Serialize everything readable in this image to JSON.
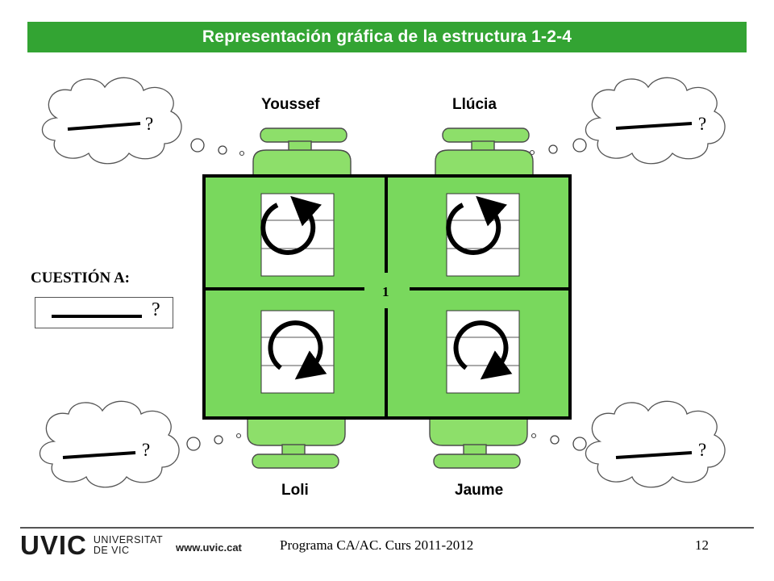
{
  "title": "Representación gráfica de la estructura  1-2-4",
  "names": {
    "top_left": "Youssef",
    "top_right": "Llúcia",
    "bottom_left": "Loli",
    "bottom_right": "Jaume"
  },
  "table_number": "1",
  "question_mark": "?",
  "cuestion": {
    "label": "CUESTIÓN A:",
    "question_mark": "?"
  },
  "colors": {
    "green": "#33a433",
    "chair": "#8ddf6a",
    "table": "#79d85d"
  },
  "footer": {
    "logo_mark": "UVIC",
    "logo_line1": "UNIVERSITAT",
    "logo_line2": "DE VIC",
    "url": "www.uvic.cat",
    "program": "Programa CA/AC. Curs 2011-2012",
    "page": "12"
  }
}
